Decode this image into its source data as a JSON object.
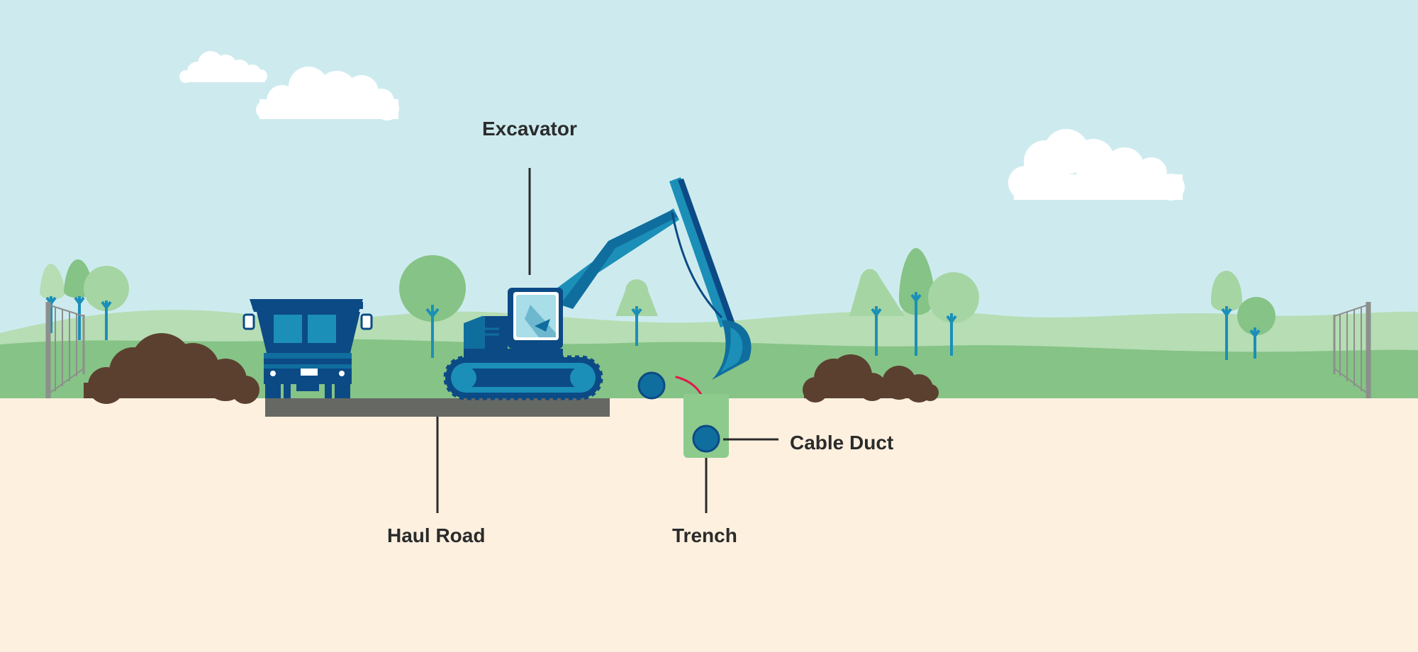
{
  "labels": {
    "excavator": "Excavator",
    "haul_road": "Haul Road",
    "trench": "Trench",
    "cable_duct": "Cable Duct"
  },
  "colors": {
    "sky": "#cdebef",
    "soil": "#fdf0df",
    "grass": "#86c386",
    "hill_light": "#b6ddb4",
    "machine_dark": "#0c4a85",
    "machine_mid": "#0f6e9e",
    "machine_light": "#1b8fb8",
    "dirt_pile": "#5b4030",
    "road": "#666864",
    "trench_fill": "#8ccb8c",
    "arrow": "#e0194b",
    "leader_line": "#2b2b2b"
  }
}
